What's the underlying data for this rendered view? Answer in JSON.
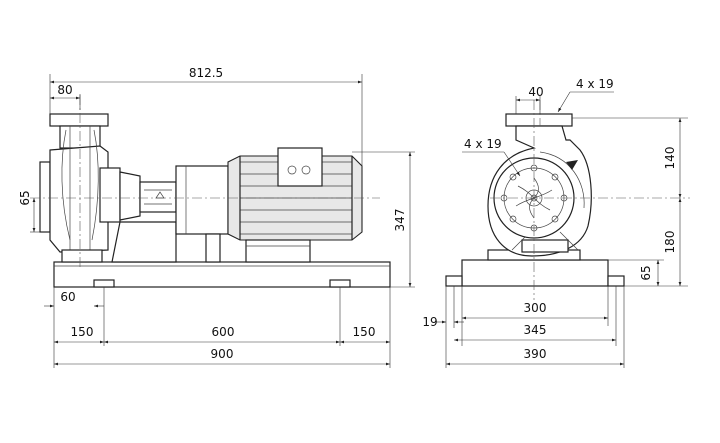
{
  "dimensions": {
    "overall_length": "812.5",
    "suction_offset": "80",
    "inlet_height": "65",
    "overall_height": "347",
    "base_edge_offset": "60",
    "bolt_edge_left": "150",
    "bolt_spacing": "600",
    "bolt_edge_right": "150",
    "base_length": "900",
    "discharge_offset": "40",
    "discharge_bolts": "4 x 19",
    "suction_bolts": "4 x 19",
    "discharge_height": "140",
    "shaft_height": "180",
    "base_height": "65",
    "bolt_hole": "19",
    "bolt_width": "300",
    "foot_width": "345",
    "base_width": "390"
  }
}
